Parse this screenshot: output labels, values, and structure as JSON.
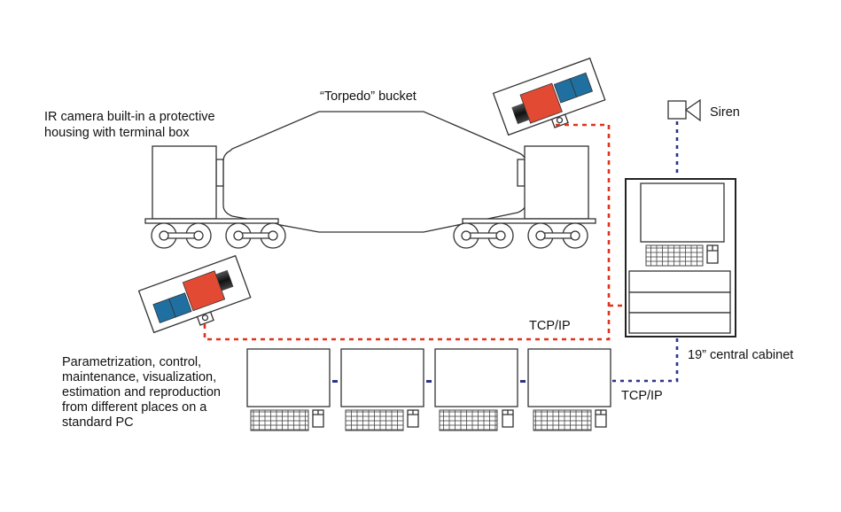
{
  "diagram": {
    "labels": {
      "ir_camera": [
        "IR camera built-in a protective",
        "housing with terminal box"
      ],
      "torpedo": "“Torpedo” bucket",
      "siren": "Siren",
      "tcpip_top": "TCP/IP",
      "cabinet": "19” central cabinet",
      "tcpip_bottom": "TCP/IP",
      "pc_description": [
        "Parametrization, control,",
        "maintenance, visualization,",
        "estimation and reproduction",
        "from different places on a",
        "standard PC"
      ]
    },
    "colors": {
      "camera_body": "#e24a33",
      "camera_panel": "#1f6fa0",
      "lens": "#1a1a1a",
      "red_link": "#e0321e",
      "blue_link": "#2b3386",
      "outline": "#333333"
    },
    "components": {
      "cameras": 2,
      "workstations": 4,
      "wagons": 2
    }
  }
}
